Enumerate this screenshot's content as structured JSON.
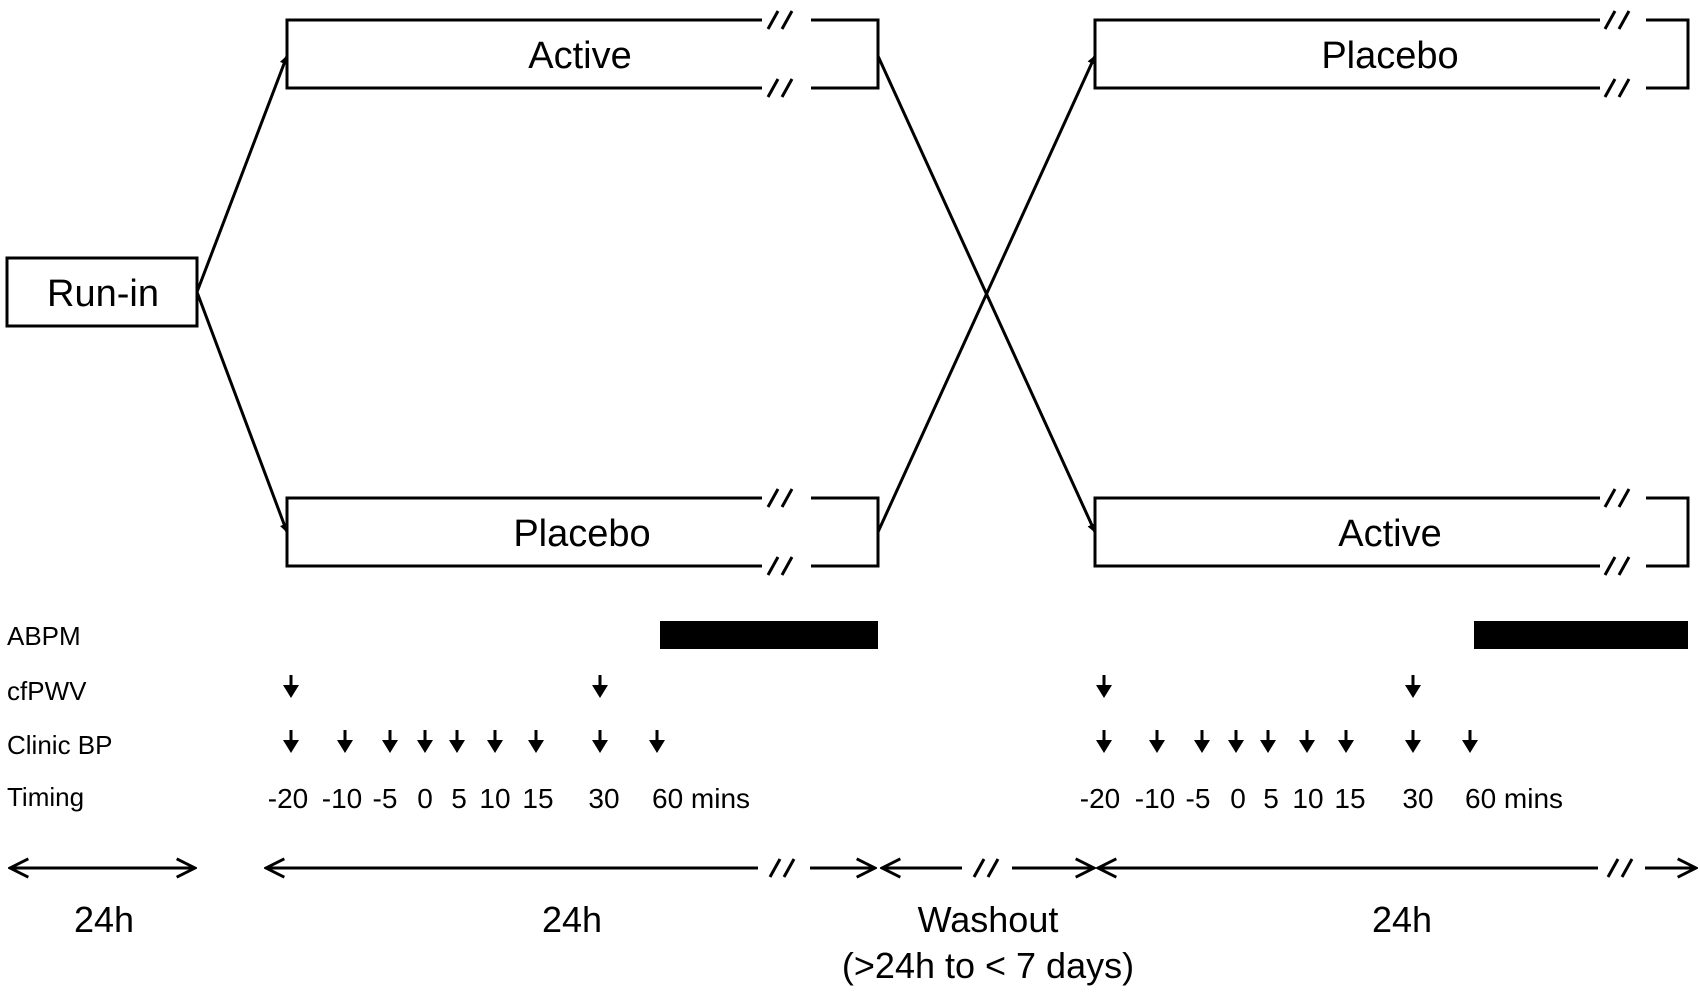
{
  "diagram": {
    "run_in_label": "Run-in",
    "period1": {
      "top_label": "Active",
      "bottom_label": "Placebo"
    },
    "period2": {
      "top_label": "Placebo",
      "bottom_label": "Active"
    },
    "rows": {
      "abpm": "ABPM",
      "cfpwv": "cfPWV",
      "clinic_bp": "Clinic BP",
      "timing": "Timing"
    },
    "timing_ticks": [
      "-20",
      "-10",
      "-5",
      "0",
      "5",
      "10",
      "15",
      "30",
      "60 mins"
    ],
    "durations": {
      "run_in": "24h",
      "period1": "24h",
      "washout": "Washout",
      "washout_range": "(>24h to < 7 days)",
      "period2": "24h"
    },
    "break_symbol": "//"
  }
}
